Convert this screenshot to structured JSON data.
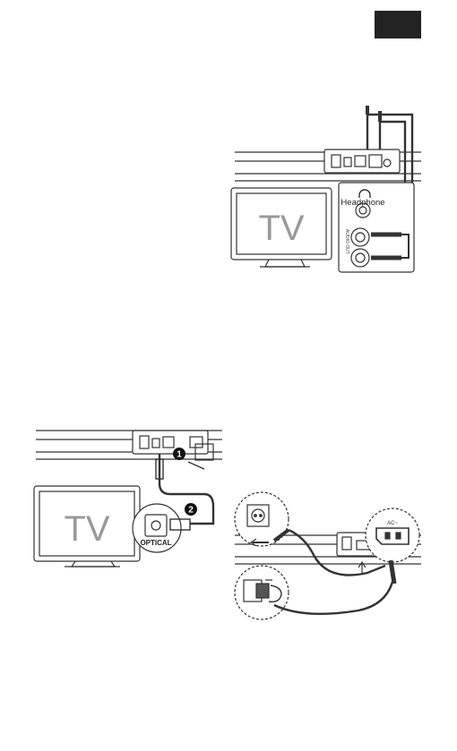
{
  "page": {
    "tab_color": "#232323"
  },
  "figure_headphone": {
    "tv_label": "TV",
    "headphone_label": "Headphone",
    "audio_out_label": "AUDIO OUT"
  },
  "figure_optical": {
    "tv_label": "TV",
    "optical_label": "OPTICAL",
    "step1": "1",
    "step2": "2"
  },
  "figure_power": {
    "ac_label": "AC~"
  }
}
